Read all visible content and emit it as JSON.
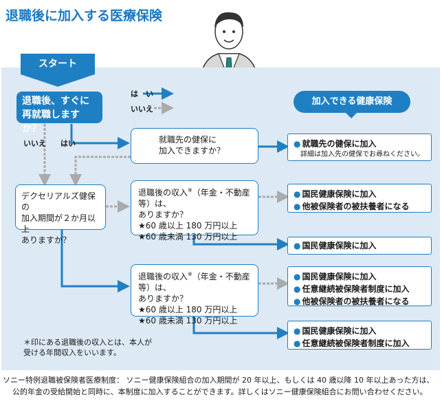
{
  "title": "退職後に加入する医療保険",
  "start_label": "スタート",
  "q_reemploy": [
    "退職後、すぐに",
    "再就職しますか？"
  ],
  "legend": {
    "yes": "は　い",
    "no": "いいえ"
  },
  "branch": {
    "no": "いいえ",
    "yes": "はい"
  },
  "q_employer": [
    "就職先の健保に",
    "加入できますか？"
  ],
  "q_period": [
    "デクセリアルズ健保の",
    "加入期間が２か月以上",
    "ありますか？"
  ],
  "q_income": {
    "line1_pre": "退職後の収入",
    "mark": "※",
    "line1_post": "（年金・不動産等）は、",
    "line2": "ありますか？",
    "line3": "★60 歳以上 180 万円以上",
    "line4": "★60 歳未満 130 万円以上"
  },
  "badge": "加入できる健康保険",
  "results": {
    "r1": {
      "main": "就職先の健保に加入",
      "sub": "詳細は加入先の健保でお尋ねください。"
    },
    "r2": [
      "国民健康保険に加入",
      "他被保険者の被扶養者になる"
    ],
    "r3": [
      "国民健康保険に加入"
    ],
    "r4": [
      "国民健康保険に加入",
      "任意継続被保険者制度に加入",
      "他被保険者の被扶養者になる"
    ],
    "r5": [
      "国民健康保険に加入",
      "任意継続被保険者制度に加入"
    ]
  },
  "bullet": "●",
  "note": [
    "＊印にある退職後の収入とは、本人が",
    "受ける年間収入をいいます。"
  ],
  "footer": [
    "ソニー特例退職被保険者医療制度：  ソニー健康保険組合の加入期間が 20 年以上、もしくは 40 歳以降 10 年以上あった方は、",
    "公的年金の受給開始と同時に、本制度に加入することができます。詳しくはソニー健康保険組合にお問い合わせください。"
  ],
  "colors": {
    "accent": "#1f7fc3",
    "panel": "#dde9f4",
    "no_arrow": "#aaaaaa"
  }
}
